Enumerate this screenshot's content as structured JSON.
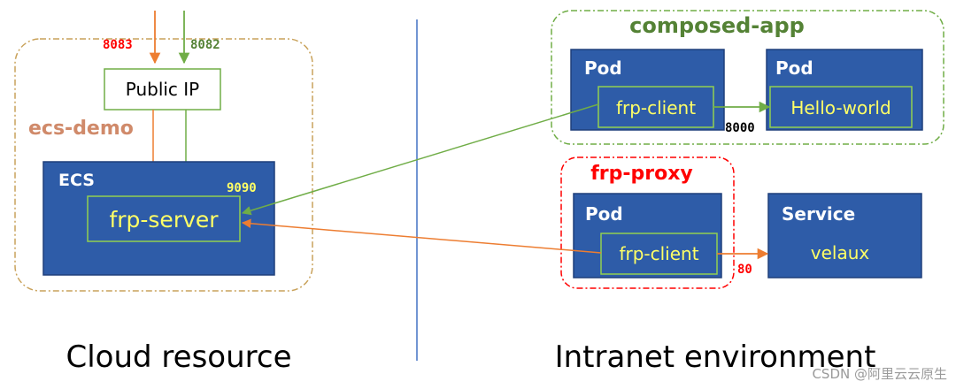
{
  "colors": {
    "orange": "#ed7d31",
    "green": "#70ad47",
    "blue_fill": "#2e5ca8",
    "blue_stroke": "#1f3f7a",
    "ecs_demo_label": "#d08a6a",
    "composed_label": "#548235",
    "frp_proxy_label": "#ff0000",
    "yellow_text": "#ffff66",
    "divider": "#4472c4"
  },
  "left": {
    "port_8083": "8083",
    "port_8082": "8082",
    "public_ip": "Public IP",
    "group_label": "ecs-demo",
    "ecs_label": "ECS",
    "port_9090": "9090",
    "server_label": "frp-server",
    "section_label": "Cloud resource"
  },
  "right": {
    "composed_group": "composed-app",
    "pod1_label": "Pod",
    "client1_label": "frp-client",
    "port_8000": "8000",
    "pod2_label": "Pod",
    "hello_label": "Hello-world",
    "proxy_group": "frp-proxy",
    "pod3_label": "Pod",
    "client2_label": "frp-client",
    "port_80": "80",
    "service_label": "Service",
    "velaux_label": "velaux",
    "section_label": "Intranet environment"
  },
  "watermark": "CSDN @阿里云云原生"
}
